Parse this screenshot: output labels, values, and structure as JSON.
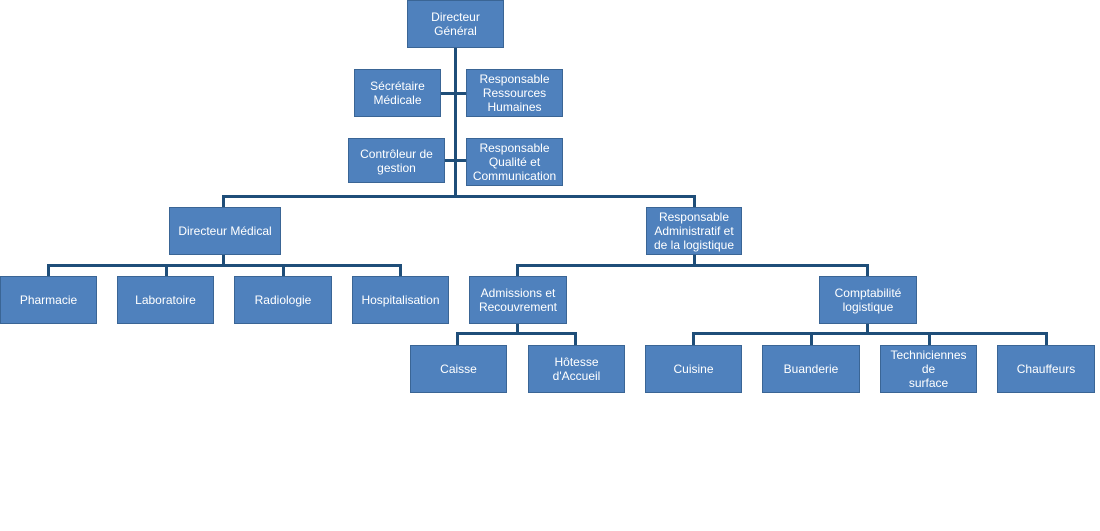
{
  "org_chart": {
    "directeur_general": "Directeur Général",
    "secretaire": "Sécrétaire\nMédicale",
    "rh": "Responsable\nRessources\nHumaines",
    "controleur": "Contrôleur de\ngestion",
    "qualite": "Responsable\nQualité et\nCommunication",
    "directeur_medical": "Directeur Médical",
    "resp_admin": "Responsable\nAdministratif  et\nde la logistique",
    "pharmacie": "Pharmacie",
    "laboratoire": "Laboratoire",
    "radiologie": "Radiologie",
    "hospitalisation": "Hospitalisation",
    "admissions": "Admissions et\nRecouvrement",
    "comptabilite": "Comptabilité\nlogistique",
    "caisse": "Caisse",
    "hotesse": "Hôtesse d'Accueil",
    "cuisine": "Cuisine",
    "buanderie": "Buanderie",
    "techniciennes": "Techniciennes de\nsurface",
    "chauffeurs": "Chauffeurs"
  },
  "colors": {
    "box_fill": "#4f81bd",
    "box_border": "#3a6595",
    "connector": "#1f4e79",
    "text": "#ffffff"
  }
}
